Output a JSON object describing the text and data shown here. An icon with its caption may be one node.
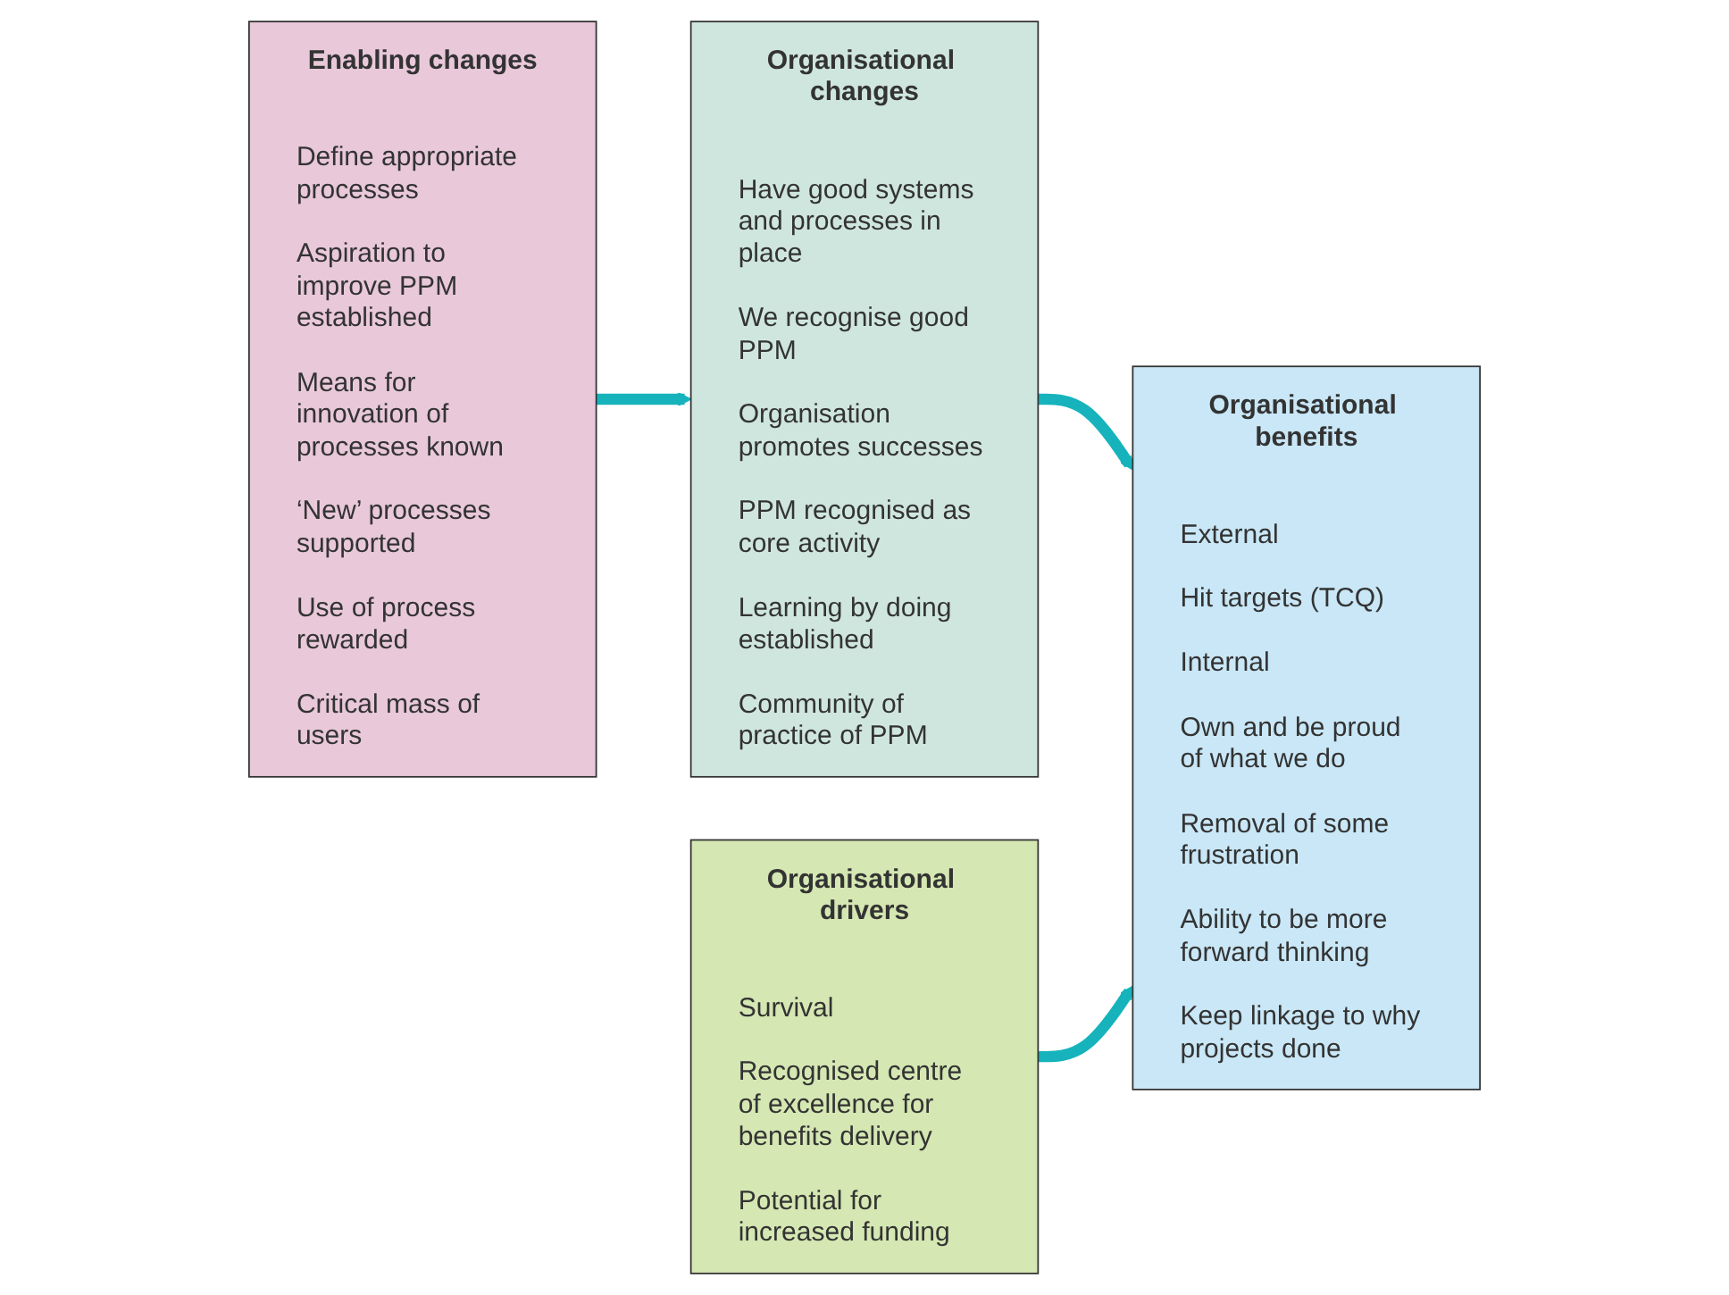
{
  "diagram": {
    "nodes": [
      {
        "text": [
          "Enabling changes",
          "Define appropriate processes",
          "Aspiration to improve PPM established",
          "Means for innovation of processes known",
          "‘New’ processes supported",
          "Use of process rewarded",
          "Critical mass of users"
        ]
      },
      {
        "text": [
          "Organisational changes",
          "Have good systems and processes in place",
          "We recognise good PPM",
          "Organisation promotes successes",
          "PPM recognised as core activity",
          "Learning by doing established",
          "Community of practice of PPM"
        ]
      },
      {
        "text": [
          "Organisational benefits",
          "External",
          "Hit targets (TCQ)",
          "Internal",
          "Own and be proud of what we do",
          "Removal of some frustration",
          "Ability to be more forward thinking",
          "Keep linkage to why projects done"
        ]
      },
      {
        "text": [
          "Organisational drivers",
          "Survival",
          "Recognised centre of excellence for benefits delivery",
          "Potential for increased funding"
        ]
      }
    ],
    "edges": [
      {
        "from": 0,
        "to": 1,
        "arrow": "to"
      },
      {
        "from": 1,
        "to": 2,
        "arrow": "to"
      },
      {
        "from": 3,
        "to": 2,
        "arrow": "to"
      }
    ]
  }
}
